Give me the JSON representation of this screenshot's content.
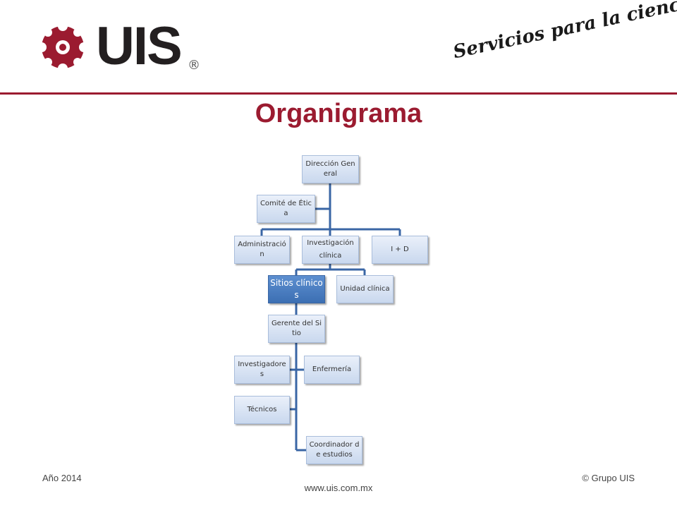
{
  "header": {
    "logo_text": "UIS",
    "logo_registered": "®",
    "tagline": "Servicios para la ciencia®"
  },
  "title": "Organigrama",
  "org": {
    "direccion": "Dirección General",
    "comite": "Comité de Ética",
    "administracion": "Administració n",
    "investigacion_line1": "Investigación",
    "investigacion_line2": "clínica",
    "iyd": "I + D",
    "sitios": "Sitios clínicos",
    "unidad": "Unidad clínica",
    "gerente": "Gerente del Sitio",
    "investigadores": "Investigadore s",
    "enfermeria": "Enfermería",
    "tecnicos": "Técnicos",
    "coordinador": "Coordinador de estudios"
  },
  "footer": {
    "year": "Año 2014",
    "copyright": "© Grupo UIS",
    "url": "www.uis.com.mx"
  },
  "colors": {
    "brand_red": "#9b1b30",
    "connector_blue": "#3a66a5"
  }
}
